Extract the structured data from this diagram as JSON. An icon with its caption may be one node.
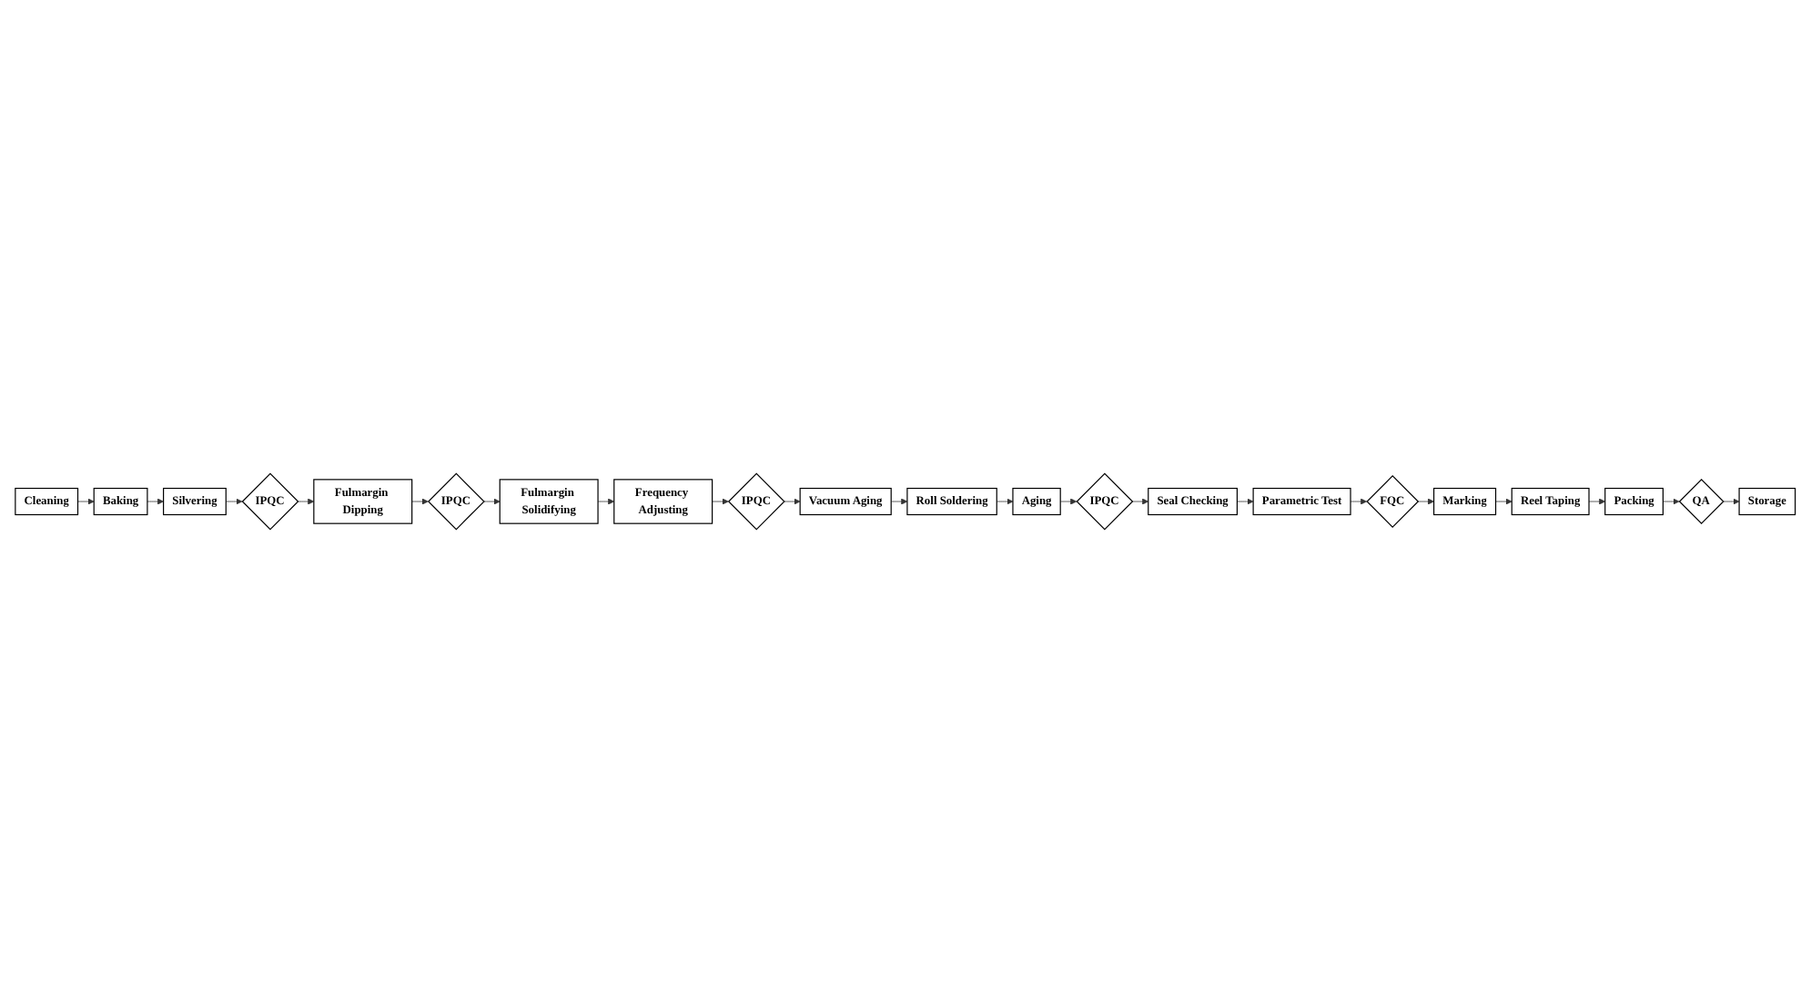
{
  "diagram": {
    "nodes": [
      {
        "text": [
          "Cleaning"
        ]
      },
      {
        "text": [
          "Baking"
        ]
      },
      {
        "text": [
          "Silvering"
        ]
      },
      {
        "text": [
          "IPQC"
        ]
      },
      {
        "text": [
          "Fulmargin Dipping"
        ]
      },
      {
        "text": [
          "IPQC"
        ]
      },
      {
        "text": [
          "Fulmargin Solidifying"
        ]
      },
      {
        "text": [
          "Frequency Adjusting"
        ]
      },
      {
        "text": [
          "IPQC"
        ]
      },
      {
        "text": [
          "Vacuum Aging"
        ]
      },
      {
        "text": [
          "Roll Soldering"
        ]
      },
      {
        "text": [
          "Aging"
        ]
      },
      {
        "text": [
          "IPQC"
        ]
      },
      {
        "text": [
          "Seal Checking"
        ]
      },
      {
        "text": [
          "Parametric Test"
        ]
      },
      {
        "text": [
          "FQC"
        ]
      },
      {
        "text": [
          "Marking"
        ]
      },
      {
        "text": [
          "Reel Taping"
        ]
      },
      {
        "text": [
          "Packing"
        ]
      },
      {
        "text": [
          "QA"
        ]
      },
      {
        "text": [
          "Storage"
        ]
      }
    ],
    "edges": [
      {
        "from": 0,
        "to": 1,
        "arrow": "to"
      },
      {
        "from": 1,
        "to": 2,
        "arrow": "to"
      },
      {
        "from": 2,
        "to": 3,
        "arrow": "to"
      },
      {
        "from": 3,
        "to": 4,
        "arrow": "to"
      },
      {
        "from": 4,
        "to": 5,
        "arrow": "to"
      },
      {
        "from": 5,
        "to": 6,
        "arrow": "to"
      },
      {
        "from": 6,
        "to": 7,
        "arrow": "to"
      },
      {
        "from": 7,
        "to": 8,
        "arrow": "to"
      },
      {
        "from": 8,
        "to": 9,
        "arrow": "to"
      },
      {
        "from": 9,
        "to": 10,
        "arrow": "to"
      },
      {
        "from": 10,
        "to": 11,
        "arrow": "to"
      },
      {
        "from": 11,
        "to": 12,
        "arrow": "to"
      },
      {
        "from": 12,
        "to": 13,
        "arrow": "to"
      },
      {
        "from": 13,
        "to": 14,
        "arrow": "to"
      },
      {
        "from": 14,
        "to": 15,
        "arrow": "to"
      },
      {
        "from": 15,
        "to": 16,
        "arrow": "to"
      },
      {
        "from": 16,
        "to": 17,
        "arrow": "to"
      },
      {
        "from": 17,
        "to": 18,
        "arrow": "to"
      },
      {
        "from": 18,
        "to": 19,
        "arrow": "to"
      },
      {
        "from": 19,
        "to": 20,
        "arrow": "to"
      }
    ]
  }
}
